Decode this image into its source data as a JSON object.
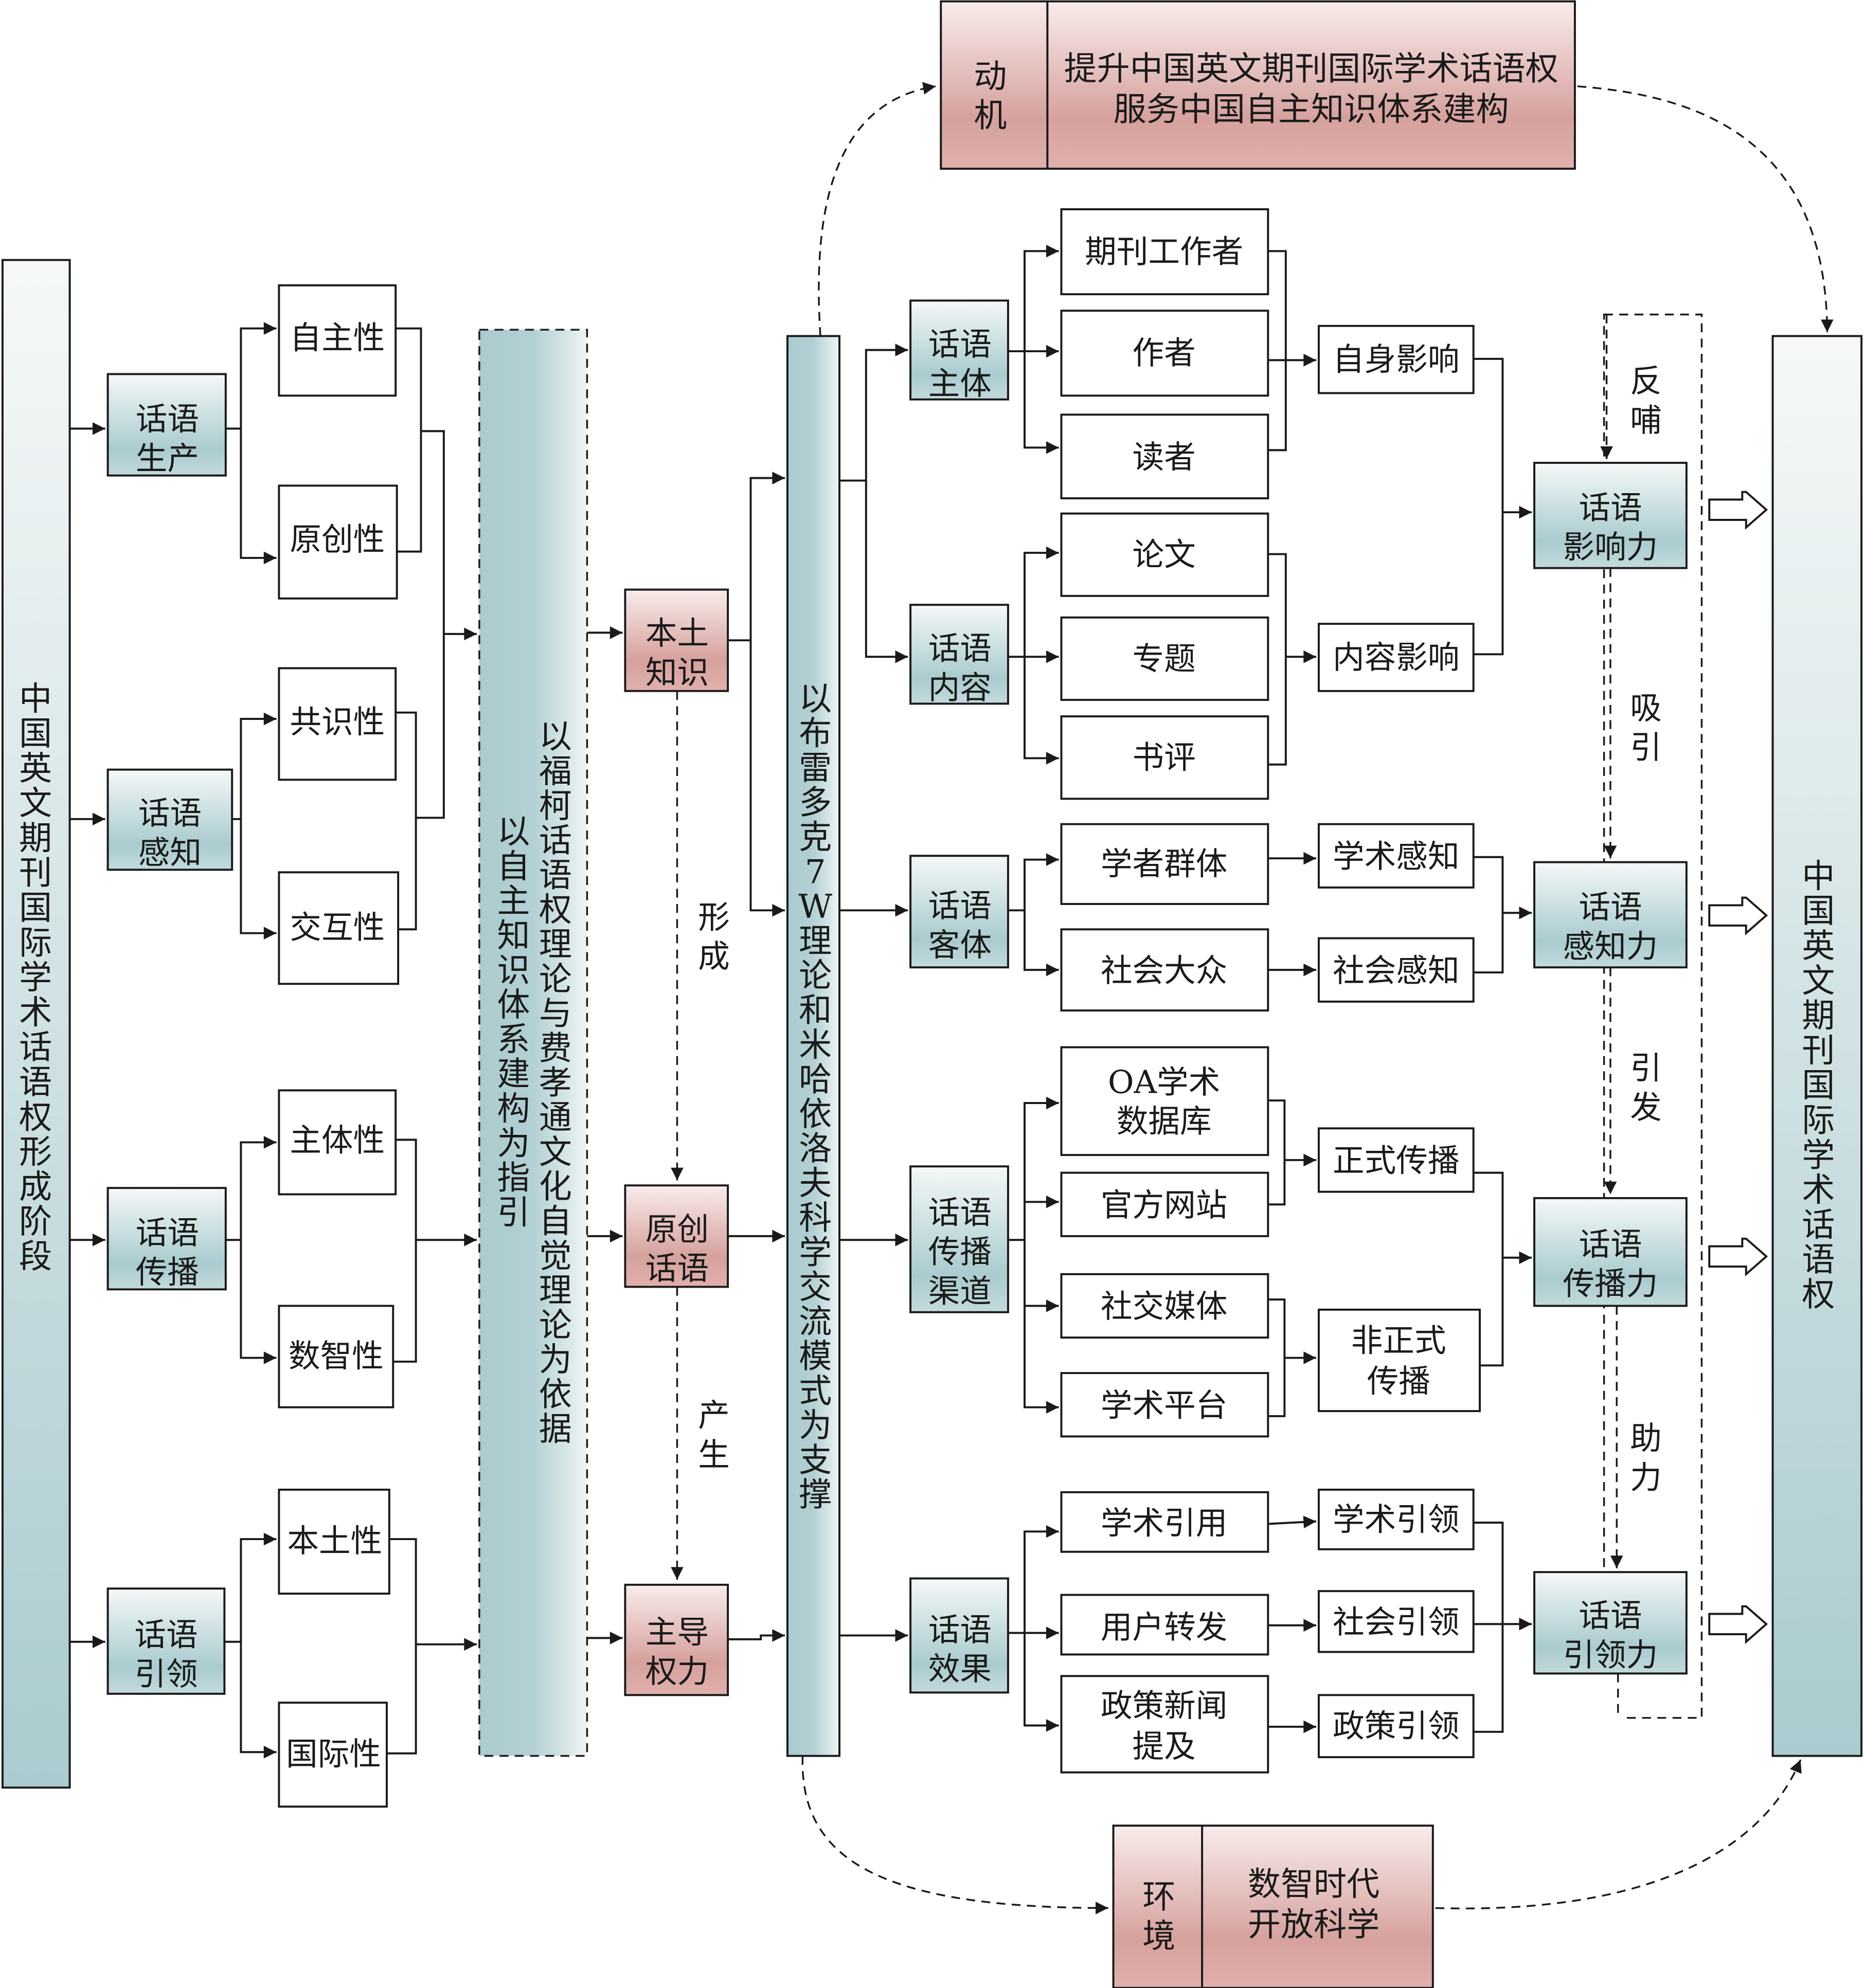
{
  "colors": {
    "teal_light": "#f2f6f6",
    "teal_mid": "#a9cbcf",
    "red_light": "#f7e9e8",
    "red_mid": "#d6a19d",
    "line": "#1a1a1a"
  },
  "left_bar": {
    "label": "中国英文期刊国际学术话语权形成阶段"
  },
  "stages": [
    {
      "label": "话语生产",
      "children": [
        "自主性",
        "原创性"
      ]
    },
    {
      "label": "话语感知",
      "children": [
        "共识性",
        "交互性"
      ]
    },
    {
      "label": "话语传播",
      "children": [
        "主体性",
        "数智性"
      ]
    },
    {
      "label": "话语引领",
      "children": [
        "本土性",
        "国际性"
      ]
    }
  ],
  "theory_bar": {
    "line1": "以福柯话语权理论与费孝通文化自觉理论为依据",
    "line2": "以自主知识体系建构为指引"
  },
  "knowledge": [
    {
      "label": "本土知识"
    },
    {
      "label": "原创话语"
    },
    {
      "label": "主导权力"
    }
  ],
  "knowledge_links": {
    "form": "形成",
    "produce": "产生"
  },
  "model_bar": {
    "label": "以布雷多克7W理论和米哈依洛夫科学交流模式为支撑"
  },
  "motivation": {
    "tag": "动机",
    "line1": "提升中国英文期刊国际学术话语权",
    "line2": "服务中国自主知识体系建构"
  },
  "environment": {
    "tag": "环境",
    "line1": "数智时代",
    "line2": "开放科学"
  },
  "elements": {
    "subject": {
      "label": "话语主体",
      "items": [
        "期刊工作者",
        "作者",
        "读者"
      ],
      "result": "自身影响"
    },
    "content": {
      "label": "话语内容",
      "items": [
        "论文",
        "专题",
        "书评"
      ],
      "result": "内容影响"
    },
    "object": {
      "label": "话语客体",
      "items": [
        "学者群体",
        "社会大众"
      ],
      "results": [
        "学术感知",
        "社会感知"
      ]
    },
    "channel": {
      "label": "话语传播渠道",
      "items": [
        "OA学术数据库",
        "官方网站",
        "社交媒体",
        "学术平台"
      ],
      "results": [
        "正式传播",
        "非正式传播"
      ]
    },
    "effect": {
      "label": "话语效果",
      "items": [
        "学术引用",
        "用户转发",
        "政策新闻提及"
      ],
      "results": [
        "学术引领",
        "社会引领",
        "政策引领"
      ]
    }
  },
  "powers": [
    {
      "label": "话语影响力"
    },
    {
      "label": "话语感知力"
    },
    {
      "label": "话语传播力"
    },
    {
      "label": "话语引领力"
    }
  ],
  "power_links": {
    "feedback": "反哺",
    "attract": "吸引",
    "trigger": "引发",
    "assist": "助力"
  },
  "right_bar": {
    "label": "中国英文期刊国际学术话语权"
  }
}
